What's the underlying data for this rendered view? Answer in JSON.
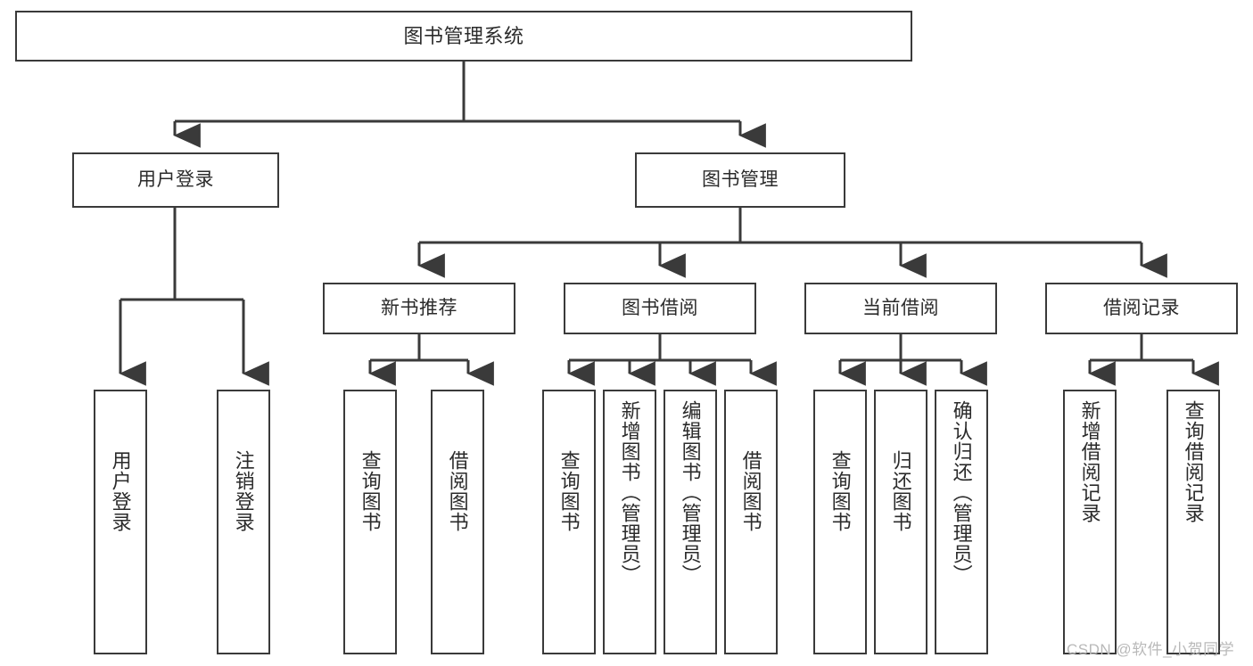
{
  "diagram": {
    "title": "图书管理系统",
    "type": "tree",
    "colors": {
      "box_border": "#3a3a3a",
      "box_fill": "#ffffff",
      "line": "#3a3a3a",
      "text": "#2b2b2b",
      "watermark": "#b9b9b9"
    },
    "nodes": {
      "root": {
        "label": "图书管理系统"
      },
      "level1": [
        {
          "id": "user-login",
          "label": "用户登录"
        },
        {
          "id": "book-management",
          "label": "图书管理"
        }
      ],
      "level2": [
        {
          "id": "new-book-recommend",
          "label": "新书推荐"
        },
        {
          "id": "book-borrow",
          "label": "图书借阅"
        },
        {
          "id": "current-borrow",
          "label": "当前借阅"
        },
        {
          "id": "borrow-record",
          "label": "借阅记录"
        }
      ],
      "leaves": {
        "user_login": [
          {
            "id": "user-login-leaf",
            "label": "用户登录"
          },
          {
            "id": "logout-leaf",
            "label": "注销登录"
          }
        ],
        "new_book_recommend": [
          {
            "id": "query-book-1",
            "label": "查询图书"
          },
          {
            "id": "borrow-book-1",
            "label": "借阅图书"
          }
        ],
        "book_borrow": [
          {
            "id": "query-book-2",
            "label": "查询图书"
          },
          {
            "id": "add-book",
            "label": "新增图书（管理员）"
          },
          {
            "id": "edit-book",
            "label": "编辑图书（管理员）"
          },
          {
            "id": "borrow-book-2",
            "label": "借阅图书"
          }
        ],
        "current_borrow": [
          {
            "id": "query-book-3",
            "label": "查询图书"
          },
          {
            "id": "return-book",
            "label": "归还图书"
          },
          {
            "id": "confirm-return",
            "label": "确认归还（管理员）"
          }
        ],
        "borrow_record": [
          {
            "id": "add-borrow-record",
            "label": "新增借阅记录"
          },
          {
            "id": "query-borrow-record",
            "label": "查询借阅记录"
          }
        ]
      }
    },
    "watermark": "CSDN @软件_小贺同学"
  }
}
